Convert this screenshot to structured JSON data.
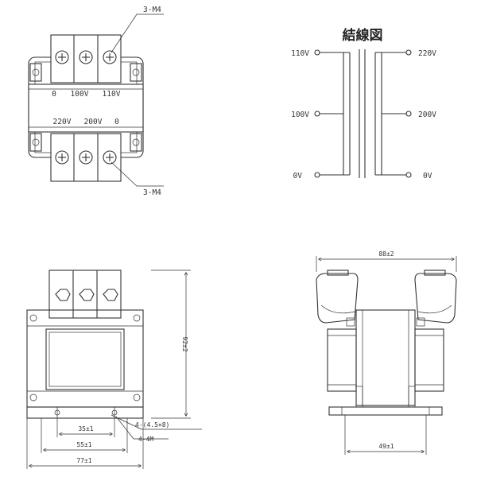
{
  "top_view": {
    "screw_callout_top": "3-M4",
    "screw_callout_bottom": "3-M4",
    "primary_terminals": [
      "0",
      "100V",
      "110V"
    ],
    "secondary_terminals": [
      "220V",
      "200V",
      "0"
    ]
  },
  "wiring_diagram": {
    "title": "結線図",
    "left_taps": [
      "110V",
      "100V",
      "0V"
    ],
    "right_taps": [
      "220V",
      "200V",
      "0V"
    ]
  },
  "front_view": {
    "height_dim": "92±2",
    "hole_callout": "4-(4.5×8)",
    "screw_callout": "4-4M",
    "dim_inner": "35±1",
    "dim_mid": "55±1",
    "dim_outer": "77±1"
  },
  "side_view": {
    "width_dim": "88±2",
    "base_dim": "49±1"
  }
}
